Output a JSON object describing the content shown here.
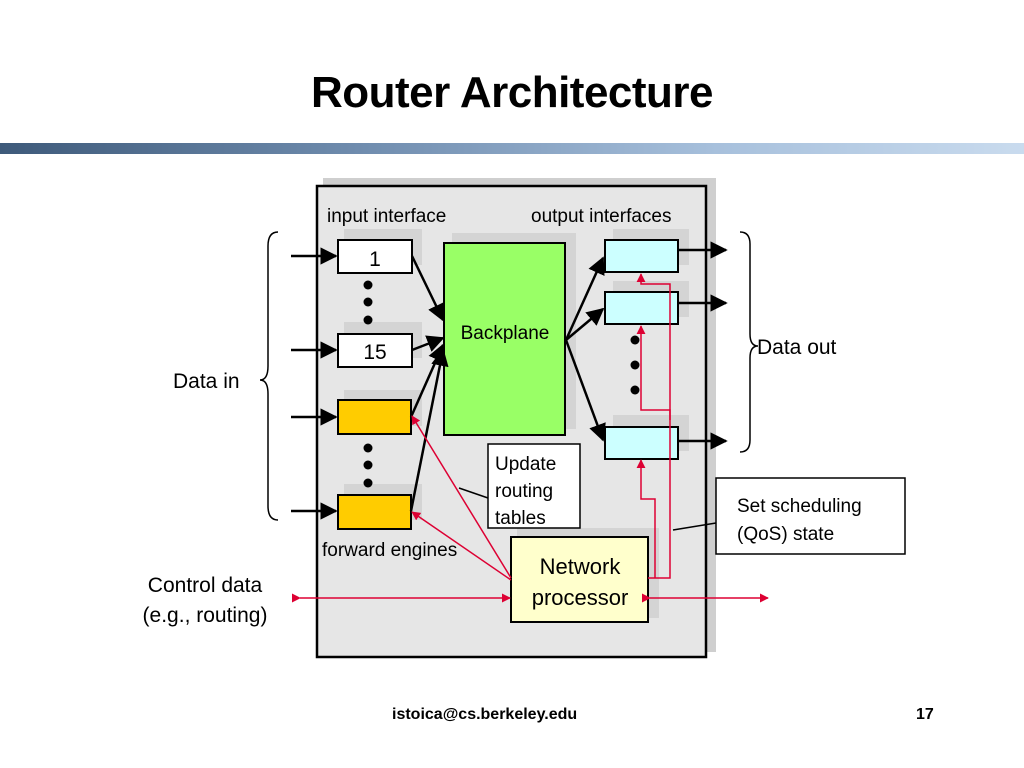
{
  "slide": {
    "title": "Router Architecture",
    "footer_email": "istoica@cs.berkeley.edu",
    "page_number": "17"
  },
  "diagram": {
    "input_interface_label": "input interface",
    "output_interfaces_label": "output interfaces",
    "input_ports": [
      "1",
      "15"
    ],
    "backplane_label": "Backplane",
    "update_callout": [
      "Update",
      "routing",
      "tables"
    ],
    "forward_engines_label": "forward engines",
    "network_processor_label": [
      "Network",
      "processor"
    ],
    "scheduling_callout": [
      "Set scheduling",
      "(QoS) state"
    ],
    "data_in_label": "Data in",
    "data_out_label": "Data out",
    "control_data_label": [
      "Control data",
      "(e.g., routing)"
    ],
    "colors": {
      "input_port": "#ffffff",
      "forward_engine": "#ffcc00",
      "backplane": "#99ff66",
      "output_port": "#ccffff",
      "network_processor": "#ffffcc",
      "shadow": "#d4d4d4",
      "router_fill": "#e6e6e6",
      "control_path": "#dd0033"
    }
  }
}
